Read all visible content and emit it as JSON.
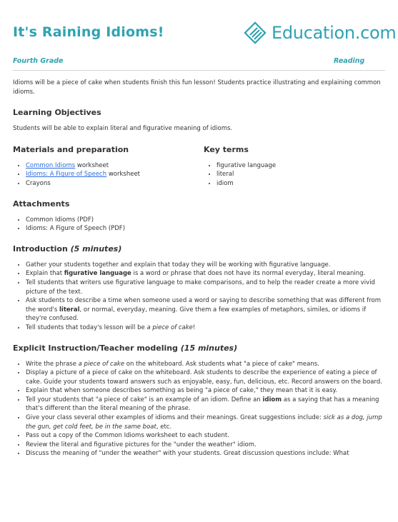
{
  "title": "It's Raining Idioms!",
  "brand": {
    "name": "Education.com",
    "color": "#2ea3b2"
  },
  "meta": {
    "grade": "Fourth Grade",
    "subject": "Reading"
  },
  "intro": "Idioms will be a piece of cake when students finish this fun lesson! Students practice illustrating and explaining common idioms.",
  "objectives": {
    "heading": "Learning Objectives",
    "text": "Students will be able to explain literal and figurative meaning of idioms."
  },
  "materials": {
    "heading": "Materials and preparation",
    "items": [
      {
        "link": "Common Idioms",
        "rest": " worksheet"
      },
      {
        "link": "Idioms: A Figure of Speech",
        "rest": " worksheet"
      },
      {
        "text": "Crayons"
      }
    ]
  },
  "key_terms": {
    "heading": "Key terms",
    "items": [
      "figurative language",
      "literal",
      "idiom"
    ]
  },
  "attachments": {
    "heading": "Attachments",
    "items": [
      "Common Idioms (PDF)",
      "Idioms: A Figure of Speech (PDF)"
    ]
  },
  "introduction": {
    "heading": "Introduction",
    "duration": "(5 minutes)",
    "items": [
      {
        "a": "Gather your students together and explain that today they will be working with figurative language."
      },
      {
        "a": "Explain that ",
        "b": "figurative language",
        "c": " is a word or phrase that does not have its normal everyday, literal meaning."
      },
      {
        "a": "Tell students that writers use figurative language to make comparisons, and to help the reader create a more vivid picture of the text."
      },
      {
        "a": "Ask students to describe a time when someone used a word or saying to describe something that was different from the word's ",
        "b": "literal",
        "c": ", or normal, everyday, meaning. Give them a few examples of metaphors, similes, or idioms if they're confused."
      },
      {
        "a": "Tell students that today's lesson will be ",
        "i": "a piece of cake",
        "c": "!"
      }
    ]
  },
  "explicit": {
    "heading": "Explicit Instruction/Teacher modeling",
    "duration": "(15 minutes)",
    "items": [
      {
        "a": "Write the phrase ",
        "i": "a piece of cake",
        "c": " on the whiteboard. Ask students what \"a piece of cake\" means."
      },
      {
        "a": "Display a picture of a piece of cake on the whiteboard. Ask students to describe the experience of eating a piece of cake. Guide your students toward answers such as enjoyable, easy, fun, delicious, etc. Record answers on the board."
      },
      {
        "a": "Explain that when someone describes something as being \"a piece of cake,\" they mean that it is easy."
      },
      {
        "a": "Tell your students that \"a piece of cake\" is an example of an idiom. Define an ",
        "b": "idiom",
        "c": " as a saying that has a meaning that's different than the literal meaning of the phrase."
      },
      {
        "a": "Give your class several other examples of idioms and their meanings. Great suggestions include: ",
        "i": "sick as a dog, jump the gun, get cold feet, be in the same boat",
        "c": ", etc."
      },
      {
        "a": "Pass out a copy of the Common Idioms worksheet to each student."
      },
      {
        "a": "Review the literal and figurative pictures for the \"under the weather\" idiom."
      },
      {
        "a": "Discuss the meaning of \"under the weather\" with your students. Great discussion questions include: What"
      }
    ]
  }
}
